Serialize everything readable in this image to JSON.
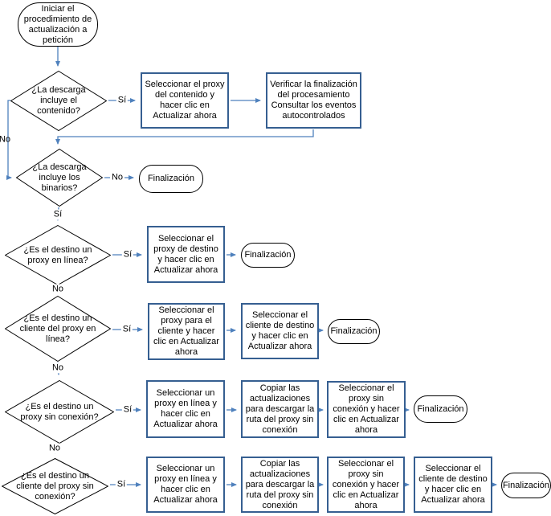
{
  "labels": {
    "yes": "Sí",
    "no": "No"
  },
  "nodes": {
    "start": "Iniciar el procedimiento de actualización a petición",
    "end": "Finalización",
    "d1": "¿La descarga incluye el contenido?",
    "d2": "¿La descarga incluye los binarios?",
    "d3": "¿Es el destino un proxy en línea?",
    "d4": "¿Es el destino un cliente del proxy en línea?",
    "d5": "¿Es el destino un proxy sin conexión?",
    "d6": "¿Es el destino un cliente del proxy sin conexión?",
    "p1": "Seleccionar el proxy del contenido y hacer clic en Actualizar ahora",
    "p2": "Verificar la finalización del procesamiento\nConsultar los eventos autocontrolados",
    "p3": "Seleccionar el proxy de destino y hacer clic en Actualizar ahora",
    "p4": "Seleccionar el proxy para el cliente y hacer clic en Actualizar ahora",
    "p5": "Seleccionar el cliente de destino y hacer clic en Actualizar ahora",
    "p6": "Seleccionar un proxy en línea y hacer clic en Actualizar ahora",
    "p7": "Copiar las actualizaciones para descargar la ruta del proxy sin conexión",
    "p8": "Seleccionar el proxy sin conexión y hacer clic en Actualizar ahora",
    "p9": "Seleccionar un proxy en línea y hacer clic en Actualizar ahora",
    "p10": "Copiar las actualizaciones para descargar la ruta del proxy sin conexión",
    "p11": "Seleccionar el proxy sin conexión y hacer clic en Actualizar ahora",
    "p12": "Seleccionar el cliente de destino y hacer clic en Actualizar ahora"
  },
  "colors": {
    "connector": "#4f81bd",
    "process_border": "#365f91",
    "shape_border": "#000000",
    "background": "#ffffff",
    "text": "#000000"
  }
}
